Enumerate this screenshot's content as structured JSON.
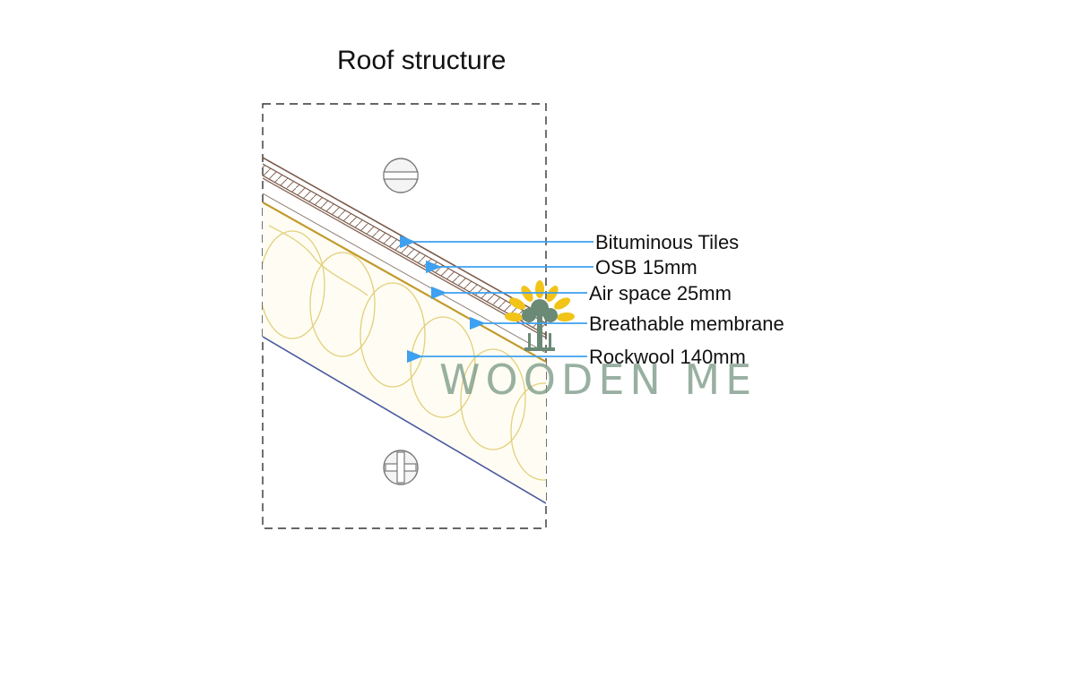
{
  "title": "Roof structure",
  "layers": [
    "Bituminous Tiles",
    "OSB 15mm",
    "Air space 25mm",
    "Breathable membrane",
    "Rockwool 140mm"
  ],
  "logo": {
    "text": "WOODEN ME",
    "color_leaves": "#f2c418",
    "color_tree": "#6b8a75"
  },
  "colors": {
    "arrow": "#3da0f0",
    "tiles": "#8a6a5a",
    "membrane": "#c29a2c",
    "rockwool": "#e2cf7c",
    "underside": "#4b5aa0",
    "frame": "#333333"
  },
  "icons": [
    "slot-screw-icon",
    "phillips-screw-icon"
  ]
}
